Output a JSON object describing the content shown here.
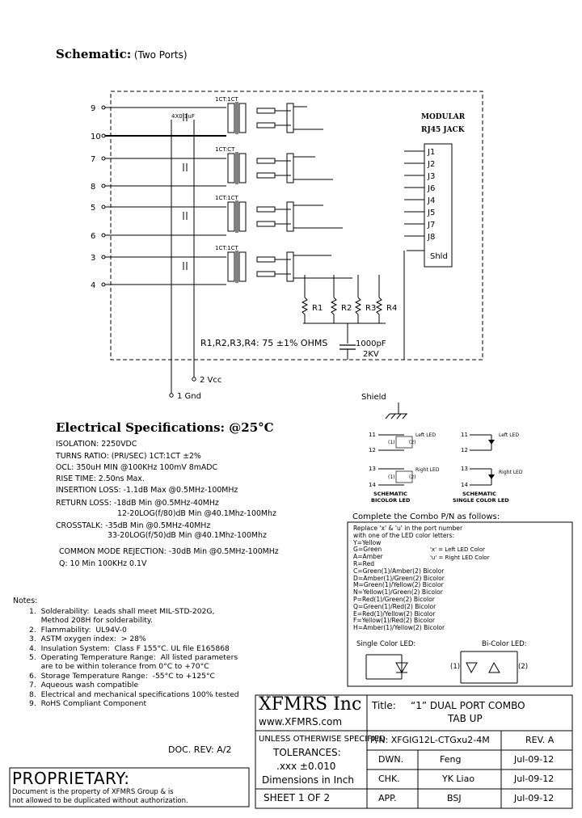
{
  "schematic": {
    "heading": "Schematic:",
    "subheading": "(Two Ports)",
    "jack_title_1": "MODULAR",
    "jack_title_2": "RJ45  JACK",
    "jack_pins": [
      "J1",
      "J2",
      "J3",
      "J6",
      "J4",
      "J5",
      "J7",
      "J8",
      "Shld"
    ],
    "pin_numbers": [
      "9",
      "10",
      "7",
      "8",
      "5",
      "6",
      "3",
      "4"
    ],
    "cap_label": "4X0.1uF",
    "transformer_labels": [
      "1CT:1CT",
      "1CT:CT",
      "1CT:1CT",
      "1CT:1CT"
    ],
    "resistors": [
      "R1",
      "R2",
      "R3",
      "R4"
    ],
    "resistor_spec": "R1,R2,R3,R4:  75  ±1%  OHMS",
    "hv_cap_1": "1000pF",
    "hv_cap_2": "2KV",
    "pin2": "2  Vcc",
    "pin1": "1  Gnd",
    "shield": "Shield"
  },
  "electrical": {
    "title": "Electrical Specifications:  @25°C",
    "lines": [
      "ISOLATION:  2250VDC",
      "TURNS RATIO:  (PRI/SEC)  1CT:1CT  ±2%",
      "OCL:  350uH MIN @100KHz 100mV 8mADC",
      "RISE TIME:  2.50ns Max.",
      "INSERTION LOSS:  -1.1dB Max @0.5MHz-100MHz",
      "RETURN LOSS:  -18dB Min @0.5MHz-40MHz",
      "12-20LOG(f/80)dB  Min @40.1Mhz-100Mhz",
      "CROSSTALK:  -35dB Min @0.5MHz-40MHz",
      "33-20LOG(f/50)dB Min @40.1Mhz-100Mhz",
      "COMMON MODE REJECTION:  -30dB Min @0.5MHz-100MHz",
      "Q:  10   Min 100KHz 0.1V"
    ]
  },
  "led": {
    "left_led": "Left LED",
    "right_led": "Right LED",
    "pins_top": [
      "11",
      "12"
    ],
    "pins_bottom": [
      "13",
      "14"
    ],
    "bicolor_caption_1": "SCHEMATIC",
    "bicolor_caption_2": "BICOLOR LED",
    "single_caption_1": "SCHEMATIC",
    "single_caption_2": "SINGLE COLOR LED",
    "bicolor_mark_1": "(1)",
    "bicolor_mark_2": "(2)"
  },
  "combo": {
    "heading": "Complete the Combo P/N as follows:",
    "intro_1": "Replace 'x' & 'u' in the port number",
    "intro_2": "with one of the LED color letters:",
    "codes": [
      "Y=Yellow",
      "G=Green",
      "A=Amber",
      "R=Red",
      "C=Green(1)/Amber(2)  Bicolor",
      "D=Amber(1)/Green(2)  Bicolor",
      "M=Green(1)/Yellow(2)  Bicolor",
      "N=Yellow(1)/Green(2)  Bicolor",
      "P=Red(1)/Green(2)  Bicolor",
      "Q=Green(1)/Red(2)  Bicolor",
      "E=Red(1)/Yellow(2)  Bicolor",
      "F=Yellow(1)/Red(2)  Bicolor",
      "H=Amber(1)/Yellow(2)  Bicolor"
    ],
    "x_note": "'x' = Left LED Color",
    "u_note": "'u' = Right LED Color",
    "single_label": "Single Color LED:",
    "bicolor_label": "Bi-Color LED:",
    "mark_1": "(1)",
    "mark_2": "(2)"
  },
  "notes": {
    "heading": "Notes:",
    "items": [
      "1.  Solderability:  Leads shall meet MIL-STD-202G,",
      "     Method 208H for solderability.",
      "2.  Flammability:  UL94V-0",
      "3.  ASTM oxygen index:  > 28%",
      "4.  Insulation System:  Class F 155°C. UL file E165868",
      "5.  Operating Temperature Range:  All listed parameters",
      "     are to be within tolerance from 0°C to +70°C",
      "6.  Storage Temperature Range:  -55°C to +125°C",
      "7.  Aqueous wash compatible",
      "8.  Electrical and mechanical specifications 100% tested",
      "9.  RoHS Compliant Component"
    ],
    "doc_rev": "DOC.  REV:  A/2"
  },
  "proprietary": {
    "title": "PROPRIETARY:",
    "line1": "Document is the property of XFMRS Group & is",
    "line2": "not allowed to be duplicated without authorization."
  },
  "title_block": {
    "company": "XFMRS Inc",
    "website": "www.XFMRS.com",
    "unless": "UNLESS OTHERWISE SPECIFIED",
    "tolerances": "TOLERANCES:",
    "tol_value": ".xxx  ±0.010",
    "dimensions": "Dimensions in Inch",
    "sheet": "SHEET   1   OF   2",
    "title_label": "Title:",
    "title_line1": "“1”  DUAL  PORT  COMBO",
    "title_line2": "TAB  UP",
    "pn": "P/N:  XFGIG12L-CTGxu2-4M",
    "rev": "REV.  A",
    "rows": [
      {
        "role": "DWN.",
        "name": "Feng",
        "date": "Jul-09-12"
      },
      {
        "role": "CHK.",
        "name": "YK  Liao",
        "date": "Jul-09-12"
      },
      {
        "role": "APP.",
        "name": "BSJ",
        "date": "Jul-09-12"
      }
    ]
  }
}
